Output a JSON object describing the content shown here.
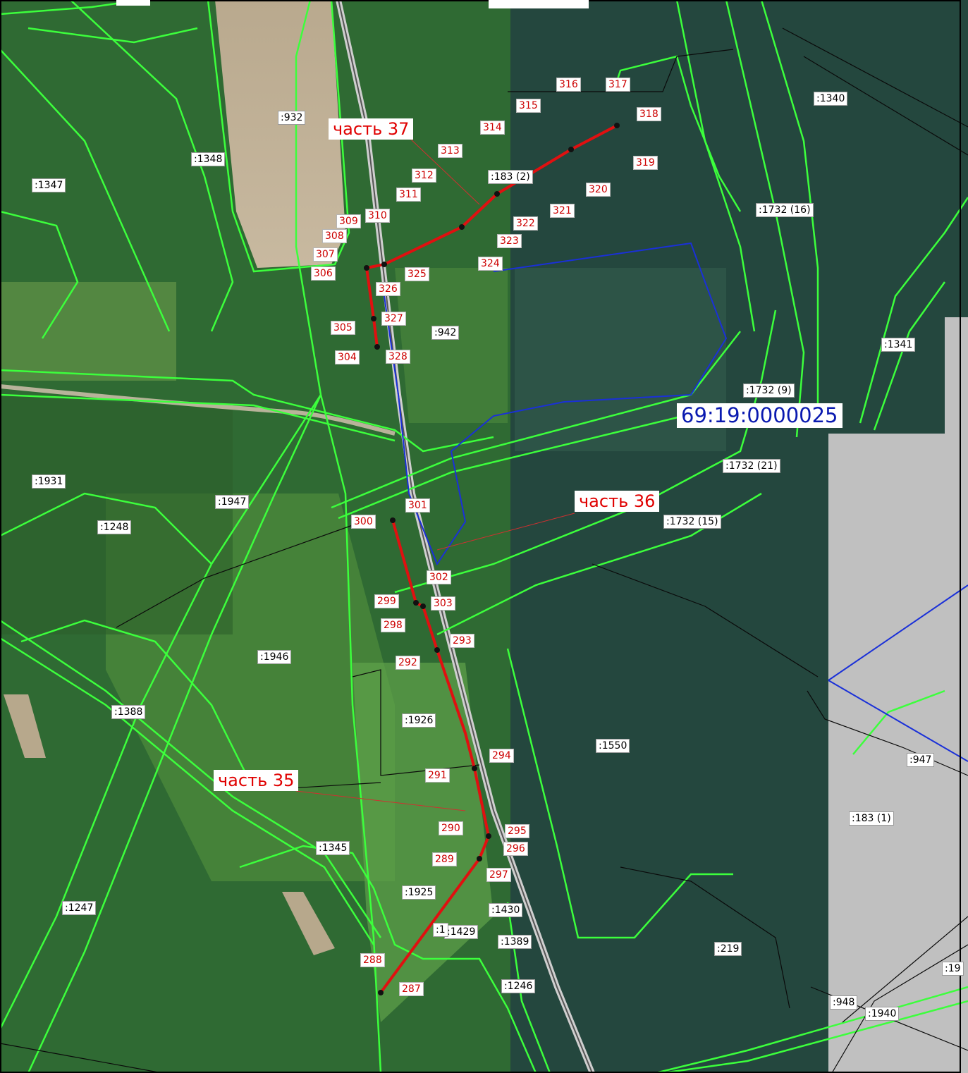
{
  "map": {
    "block_label": "69:19:0000025",
    "part_labels": [
      "часть 35",
      "часть 36",
      "часть 37"
    ],
    "parcels": [
      ":932",
      ":1348",
      ":1347",
      ":942",
      ":1340",
      ":1732 (16)",
      ":1341",
      ":1732 (9)",
      ":1732 (21)",
      ":1732 (15)",
      ":1931",
      ":1947",
      ":1248",
      ":1946",
      ":1926",
      ":1388",
      ":1550",
      ":947",
      ":183 (1)",
      ":1345",
      ":1925",
      ":1247",
      ":1430",
      ":1429",
      ":1",
      ":1389",
      ":1246",
      ":219",
      ":948",
      ":1940",
      ":19",
      ":183 (2)"
    ],
    "points": [
      "287",
      "288",
      "289",
      "290",
      "291",
      "292",
      "293",
      "294",
      "295",
      "296",
      "297",
      "298",
      "299",
      "300",
      "301",
      "302",
      "303",
      "304",
      "305",
      "306",
      "307",
      "308",
      "309",
      "310",
      "311",
      "312",
      "313",
      "314",
      "315",
      "316",
      "317",
      "318",
      "319",
      "320",
      "321",
      "322",
      "323",
      "324",
      "325",
      "326",
      "327",
      "328"
    ]
  },
  "colors": {
    "parcel_boundary": "#3cff3c",
    "route": "#e01010",
    "block_boundary": "#1a30d8",
    "label_text_points": "#cc0000",
    "no_data_area": "#c0c0c0"
  }
}
